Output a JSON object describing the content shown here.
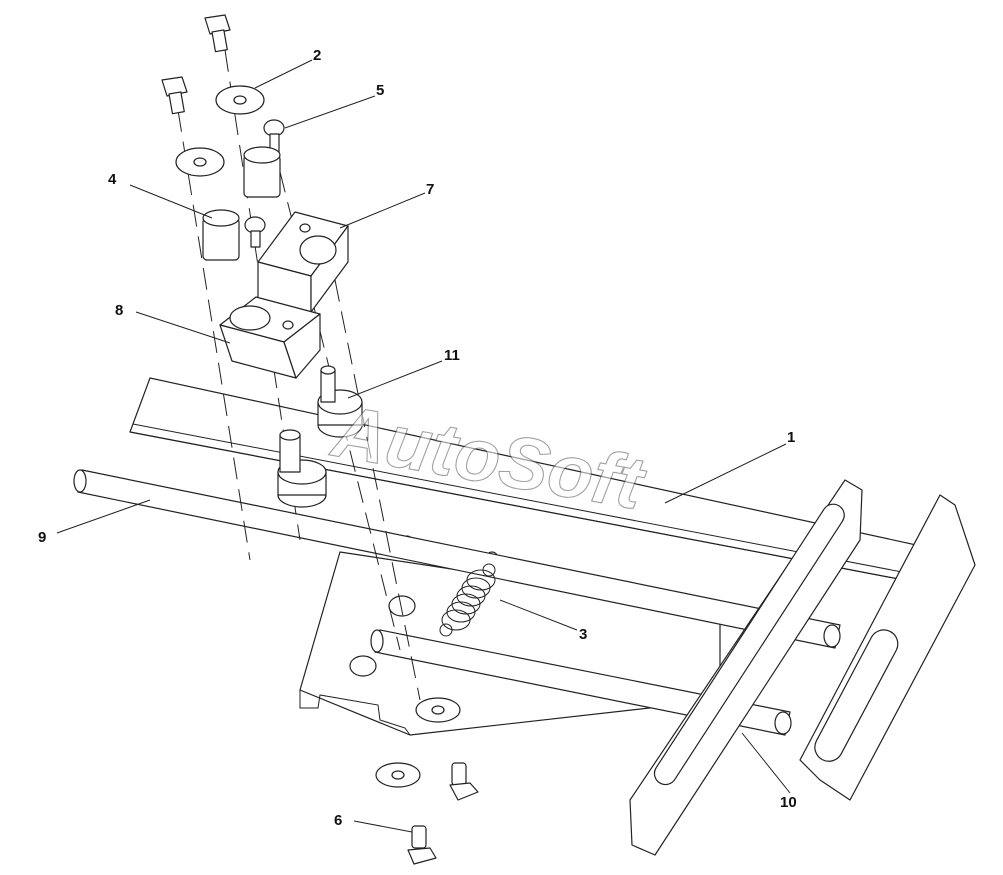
{
  "diagram": {
    "watermark_text": "AutoSoft",
    "callouts": [
      {
        "id": "1",
        "label": "1"
      },
      {
        "id": "2",
        "label": "2"
      },
      {
        "id": "3",
        "label": "3"
      },
      {
        "id": "4",
        "label": "4"
      },
      {
        "id": "5",
        "label": "5"
      },
      {
        "id": "6",
        "label": "6"
      },
      {
        "id": "7",
        "label": "7"
      },
      {
        "id": "8",
        "label": "8"
      },
      {
        "id": "9",
        "label": "9"
      },
      {
        "id": "10",
        "label": "10"
      },
      {
        "id": "11",
        "label": "11"
      }
    ],
    "colors": {
      "line": "#222222",
      "background": "#ffffff"
    }
  }
}
